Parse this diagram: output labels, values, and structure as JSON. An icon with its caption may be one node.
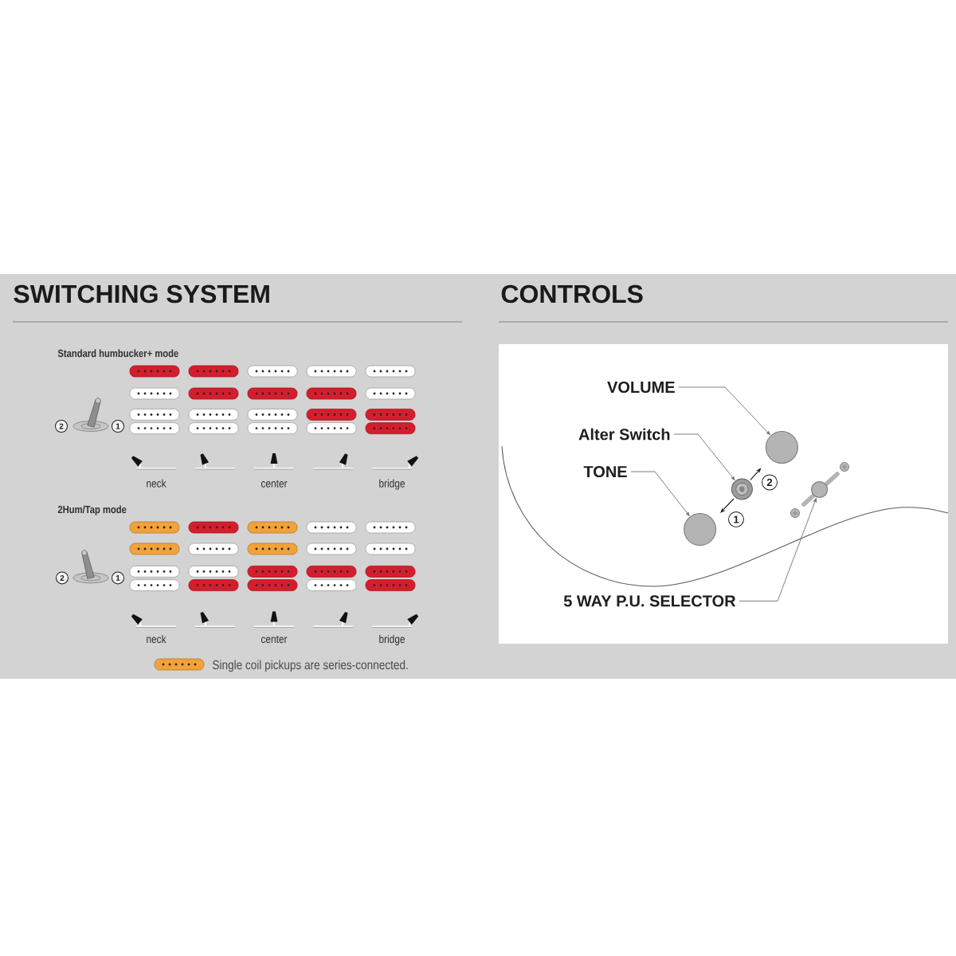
{
  "diagram": {
    "nodes": [
      {
        "text": [
          "VOLUME"
        ]
      },
      {
        "text": [],
        "shape": "circle"
      },
      {
        "text": [
          "Alter Switch"
        ]
      },
      {
        "text": [],
        "shape": "circle"
      },
      {
        "text": [
          "TONE"
        ]
      },
      {
        "text": [],
        "shape": "circle"
      },
      {
        "text": [
          "5 WAY P.U. SELECTOR"
        ]
      },
      {
        "text": [],
        "shape": "circle"
      }
    ],
    "edges": [
      {
        "from": 0,
        "to": 1,
        "arrow": "to"
      },
      {
        "from": 2,
        "to": 3,
        "arrow": "to"
      },
      {
        "from": 4,
        "to": 5,
        "arrow": "to"
      },
      {
        "from": 6,
        "to": 7,
        "arrow": "to"
      }
    ],
    "labels": [
      "SWITCHING SYSTEM",
      "Standard humbucker+ mode",
      "2",
      "1",
      "neck",
      "center",
      "bridge",
      "2Hum/Tap mode",
      "2",
      "1",
      "neck",
      "center",
      "bridge",
      "CONTROLS",
      "2",
      "1"
    ],
    "legend": [
      {
        "text": "Single coil pickups are series-connected.",
        "color": "#f2a23a"
      }
    ]
  }
}
